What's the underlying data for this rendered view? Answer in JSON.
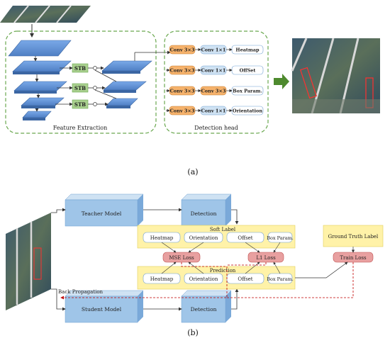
{
  "panel_a": {
    "label": "(a)",
    "feature_extraction": {
      "title": "Feature Extraction",
      "stb_label": "STB"
    },
    "detection_head": {
      "title": "Detection head",
      "rows": [
        {
          "conv1": "Conv 3×3",
          "conv2": "Conv 1×1",
          "output": "Heatmap"
        },
        {
          "conv1": "Conv 3×3",
          "conv2": "Conv 1×1",
          "output": "OffSet"
        },
        {
          "conv1": "Conv 3×3",
          "conv2": "Conv 3×3",
          "output": "Box Param."
        },
        {
          "conv1": "Conv 3×3",
          "conv2": "Conv 1×1",
          "output": "Orientation"
        }
      ]
    }
  },
  "panel_b": {
    "label": "(b)",
    "teacher_model": "Teacher Model",
    "student_model": "Student Model",
    "detection_top": "Detection",
    "detection_bottom": "Detection",
    "soft_label": {
      "title": "Soft Label",
      "items": [
        "Heatmap",
        "Orientation",
        "Offset",
        "Box Param."
      ]
    },
    "prediction": {
      "title": "Prediction",
      "items": [
        "Heatmap",
        "Orientation",
        "Offset",
        "Box Param."
      ]
    },
    "losses": {
      "mse": "MSE Loss",
      "l1": "L1 Loss",
      "train": "Train Loss"
    },
    "ground_truth": "Ground Truth Label",
    "back_propagation": "Back Propagation"
  },
  "colors": {
    "layer_blue": "#5b8fd6",
    "green_dash": "#6aa84f",
    "stb_green": "#a9d08e",
    "conv_orange": "#f6b26b",
    "conv_blue": "#cfe2f3",
    "label_yellow": "#fff2a8",
    "loss_red": "#e8a0a0",
    "model_blue": "#9fc5e8",
    "arrow_green": "#4e8a2e",
    "dashed_red": "#c00000"
  }
}
